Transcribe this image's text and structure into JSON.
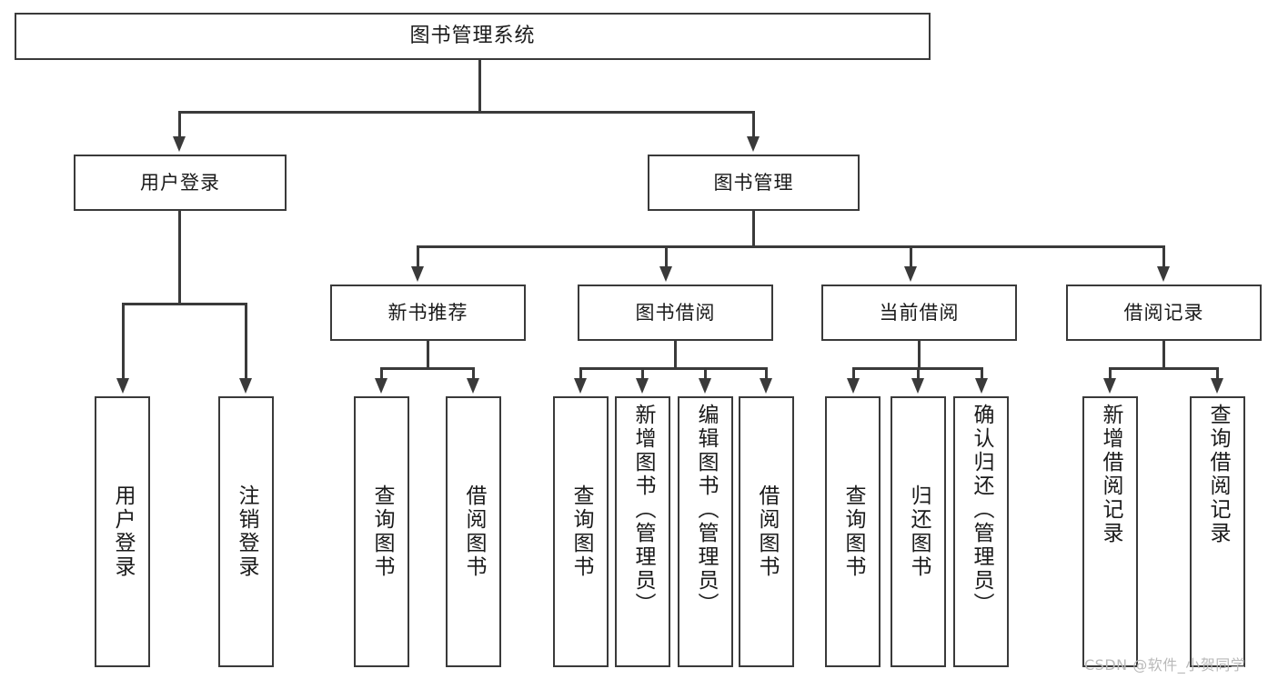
{
  "diagram": {
    "type": "tree-hierarchy",
    "title": "图书管理系统",
    "root": {
      "label": "图书管理系统"
    },
    "level1": [
      {
        "label": "用户登录"
      },
      {
        "label": "图书管理"
      }
    ],
    "level2": [
      {
        "label": "新书推荐",
        "parent": "图书管理"
      },
      {
        "label": "图书借阅",
        "parent": "图书管理"
      },
      {
        "label": "当前借阅",
        "parent": "图书管理"
      },
      {
        "label": "借阅记录",
        "parent": "图书管理"
      }
    ],
    "leaves": {
      "user_login": [
        {
          "label": "用户登录"
        },
        {
          "label": "注销登录"
        }
      ],
      "new_book_recommend": [
        {
          "label": "查询图书"
        },
        {
          "label": "借阅图书"
        }
      ],
      "book_borrow": [
        {
          "label": "查询图书"
        },
        {
          "label": "新增图书（管理员）"
        },
        {
          "label": "编辑图书（管理员）"
        },
        {
          "label": "借阅图书"
        }
      ],
      "current_borrow": [
        {
          "label": "查询图书"
        },
        {
          "label": "归还图书"
        },
        {
          "label": "确认归还（管理员）"
        }
      ],
      "borrow_record": [
        {
          "label": "新增借阅记录"
        },
        {
          "label": "查询借阅记录"
        }
      ]
    }
  },
  "watermark": {
    "text": "CSDN @软件_小贺同学"
  },
  "colors": {
    "stroke": "#3a3a3a",
    "fill": "#ffffff",
    "text": "#1a1a1a",
    "watermark": "#b9b9b9"
  }
}
